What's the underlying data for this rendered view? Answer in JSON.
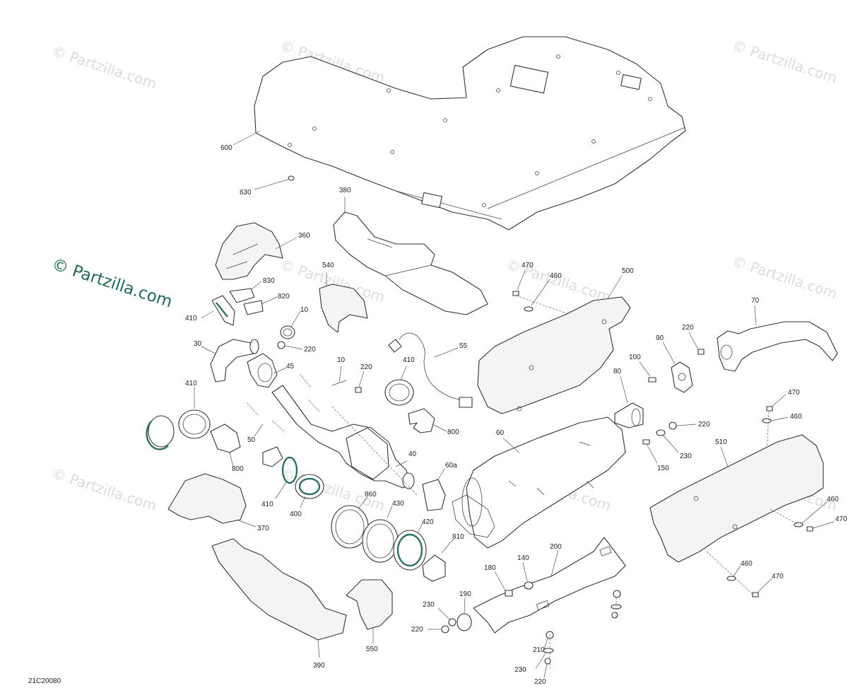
{
  "watermarks": {
    "text": "© Partzilla.com",
    "prominent": "© Partzilla.com"
  },
  "diagram_code": "21C20080",
  "labels": {
    "p600": "600",
    "p630": "630",
    "p380": "380",
    "p360": "360",
    "p830": "830",
    "p820": "820",
    "p410a": "410",
    "p10a": "10",
    "p220a": "220",
    "p30": "30",
    "p45": "45",
    "p540": "540",
    "p10b": "10",
    "p220b": "220",
    "p55": "55",
    "p410b": "410",
    "p800a": "800",
    "p410c": "410",
    "p50": "50",
    "p800b": "800",
    "p40": "40",
    "p410d": "410",
    "p400": "400",
    "p370": "370",
    "p860": "860",
    "p430": "430",
    "p420": "420",
    "p60a": "60a",
    "p810": "810",
    "p390": "390",
    "p550": "550",
    "p230a": "230",
    "p220c": "220",
    "p190": "190",
    "p180": "180",
    "p140": "140",
    "p200": "200",
    "p210": "210",
    "p230b": "230",
    "p220d": "220",
    "p470a": "470",
    "p460a": "460",
    "p500": "500",
    "p100": "100",
    "p90": "90",
    "p220e": "220",
    "p70": "70",
    "p80": "80",
    "p60": "60",
    "p220f": "220",
    "p230c": "230",
    "p150": "150",
    "p470b": "470",
    "p460b": "460",
    "p510": "510",
    "p460c": "460",
    "p470c": "470",
    "p460d": "460",
    "p470d": "470"
  }
}
